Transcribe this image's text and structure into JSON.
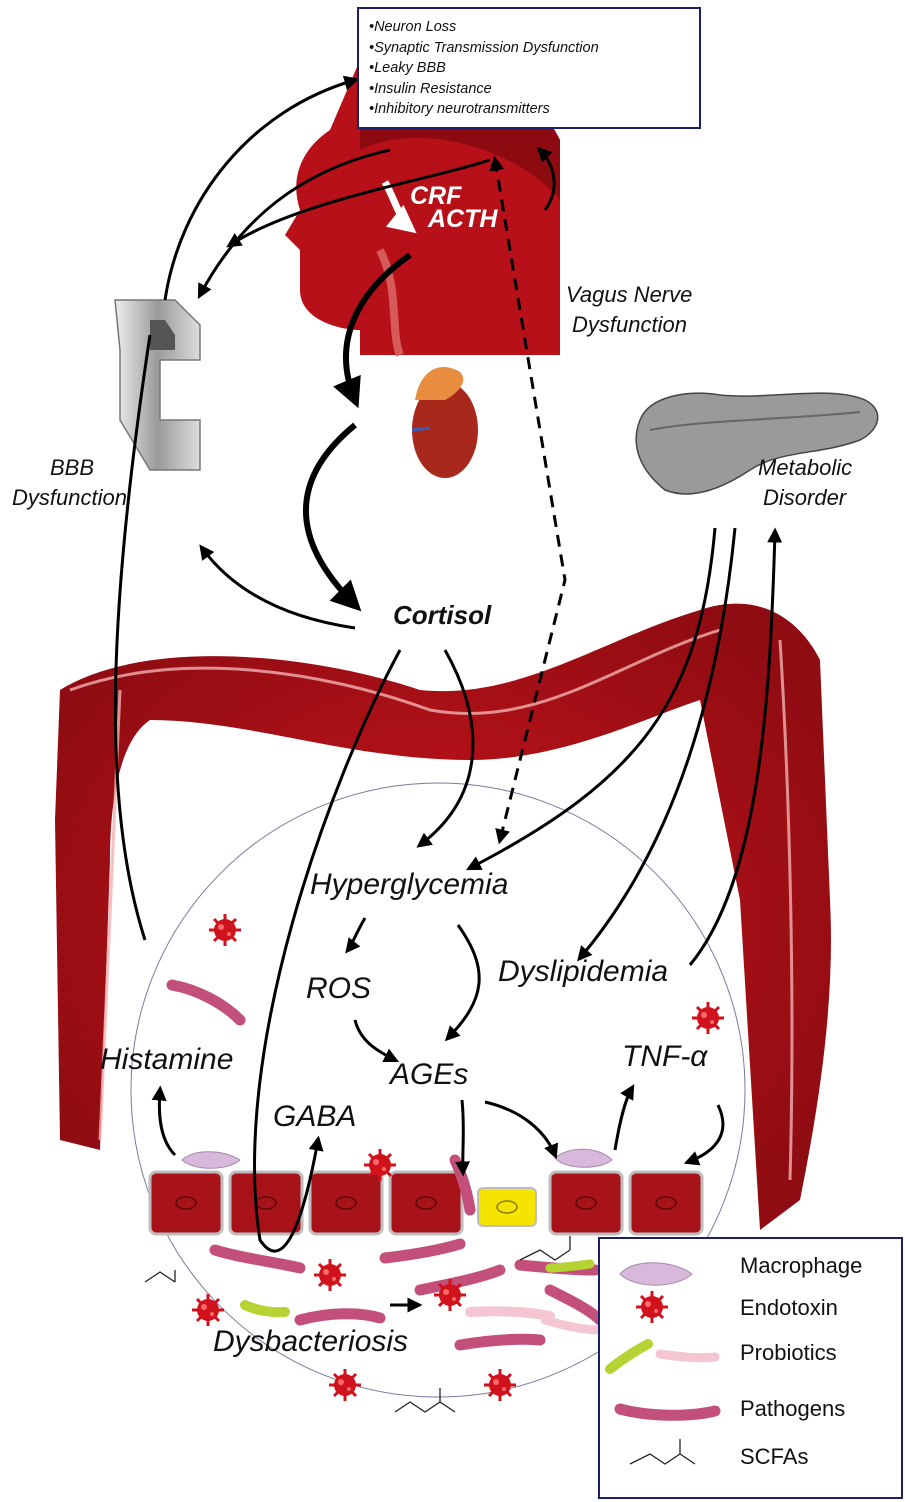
{
  "brain_effects": [
    "•Neuron Loss",
    "•Synaptic Transmission Dysfunction",
    "•Leaky BBB",
    "•Insulin Resistance",
    "•Inhibitory neurotransmitters"
  ],
  "labels": {
    "crf": "CRF",
    "acth": "ACTH",
    "vagus_line1": "Vagus Nerve",
    "vagus_line2": "Dysfunction",
    "bbb_line1": "BBB",
    "bbb_line2": "Dysfunction",
    "metabolic_line1": "Metabolic",
    "metabolic_line2": "Disorder",
    "cortisol": "Cortisol",
    "hyperglycemia": "Hyperglycemia",
    "ros": "ROS",
    "ages": "AGEs",
    "dyslipidemia": "Dyslipidemia",
    "histamine": "Histamine",
    "tnf": "TNF-α",
    "gaba": "GABA",
    "dysbacteriosis": "Dysbacteriosis"
  },
  "legend": {
    "macrophage": "Macrophage",
    "endotoxin": "Endotoxin",
    "probiotics": "Probiotics",
    "pathogens": "Pathogens",
    "scfas": "SCFAs"
  },
  "colors": {
    "organ_red": "#b01018",
    "dark_red": "#7a0a0e",
    "box_border": "#1b1f6b",
    "cell_yellow": "#f5e400",
    "probiotic_green": "#b6d334",
    "pathogen_pink": "#c2507a"
  }
}
